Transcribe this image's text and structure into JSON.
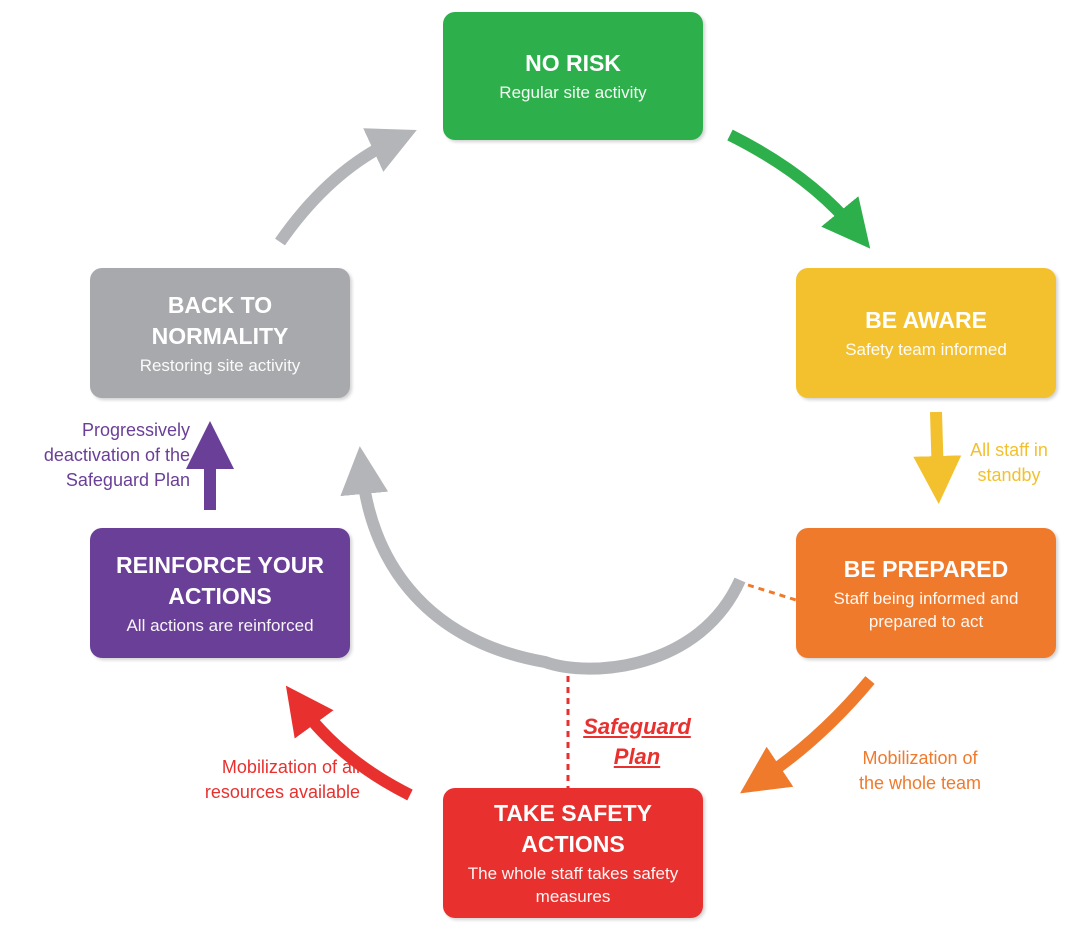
{
  "colors": {
    "green": "#2db04b",
    "yellow": "#f3c12e",
    "orange": "#f07a2c",
    "red": "#e8312f",
    "purple": "#6a3f97",
    "gray": "#a7a9ac",
    "gray_arrow": "#b3b5b8"
  },
  "stages": {
    "no_risk": {
      "title": "NO RISK",
      "subtitle": "Regular site activity"
    },
    "be_aware": {
      "title": "BE AWARE",
      "subtitle": "Safety team informed"
    },
    "be_prepared": {
      "title": "BE PREPARED",
      "subtitle": "Staff being informed and\nprepared to act"
    },
    "take_safety_actions": {
      "title": "TAKE SAFETY\nACTIONS",
      "subtitle": "The whole staff takes safety\nmeasures"
    },
    "reinforce": {
      "title": "REINFORCE YOUR\nACTIONS",
      "subtitle": "All actions are reinforced"
    },
    "back_to_normality": {
      "title": "BACK TO\nNORMALITY",
      "subtitle": "Restoring site activity"
    }
  },
  "transitions": {
    "aware_to_prepared": "All staff in\nstandby",
    "prepared_to_actions": "Mobilization of\nthe whole team",
    "actions_to_reinforce": "Mobilization of all\nresources available",
    "reinforce_to_back": "Progressively\ndeactivation of the\nSafeguard Plan"
  },
  "safeguard_plan": "Safeguard\nPlan"
}
